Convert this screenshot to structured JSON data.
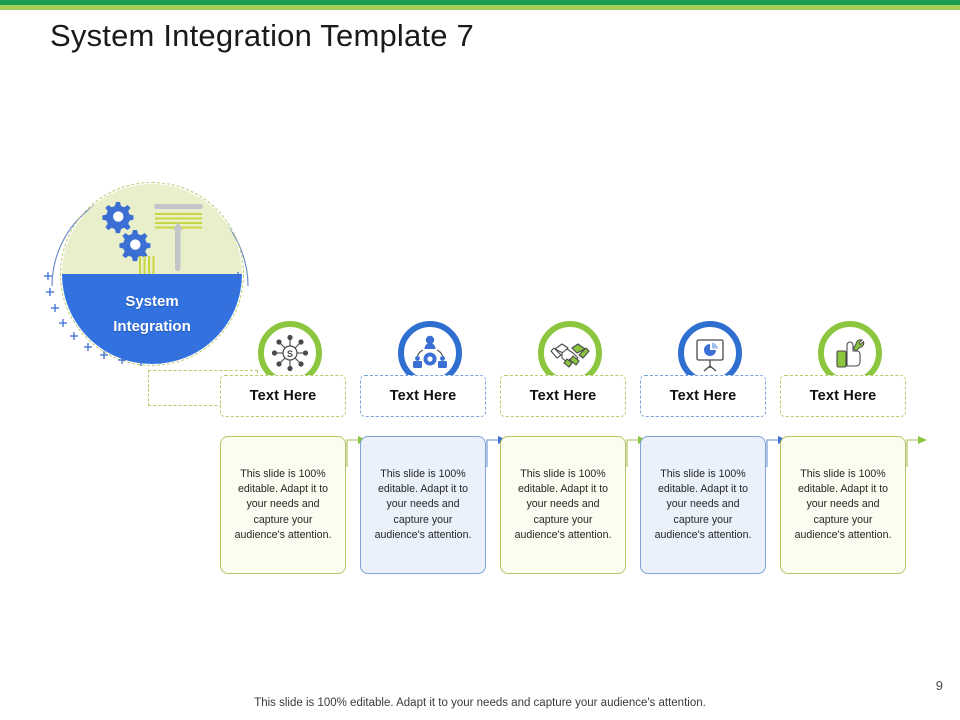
{
  "slide": {
    "title": "System Integration Template 7",
    "page_number": "9",
    "footer_note": "This slide is 100% editable. Adapt it to your needs and capture your audience's attention.",
    "accent_green_dark": "#1d9b4f",
    "accent_green_light": "#a6cf5a",
    "accent_blue": "#3272e0",
    "hub_fill_top": "#e9eecb",
    "hub_fill_bottom": "#3272e0"
  },
  "hub": {
    "label_line1": "System",
    "label_line2": "Integration",
    "icon": "gears-icon"
  },
  "columns": [
    {
      "heading": "Text Here",
      "body": "This slide is 100% editable. Adapt it to your needs and capture your audience's attention.",
      "icon": "network-hub-icon",
      "color": "green",
      "ring_color": "#8cc63f",
      "border_color": "#b5c668",
      "fill_color": "#fbfdf0"
    },
    {
      "heading": "Text Here",
      "body": "This slide is 100% editable. Adapt it to your needs and capture your audience's attention.",
      "icon": "team-structure-icon",
      "color": "blue",
      "ring_color": "#2f6fd0",
      "border_color": "#7fa3d8",
      "fill_color": "#eaf1fb"
    },
    {
      "heading": "Text Here",
      "body": "This slide is 100% editable. Adapt it to your needs and capture your audience's attention.",
      "icon": "handshake-icon",
      "color": "green",
      "ring_color": "#8cc63f",
      "border_color": "#b5c668",
      "fill_color": "#fbfdf0"
    },
    {
      "heading": "Text Here",
      "body": "This slide is 100% editable. Adapt it to your needs and capture your audience's attention.",
      "icon": "presentation-chart-icon",
      "color": "blue",
      "ring_color": "#2f6fd0",
      "border_color": "#7fa3d8",
      "fill_color": "#eaf1fb"
    },
    {
      "heading": "Text Here",
      "body": "This slide is 100% editable. Adapt it to your needs and capture your audience's attention.",
      "icon": "thumbs-up-wrench-icon",
      "color": "green",
      "ring_color": "#8cc63f",
      "border_color": "#b5c668",
      "fill_color": "#fbfdf0"
    }
  ]
}
